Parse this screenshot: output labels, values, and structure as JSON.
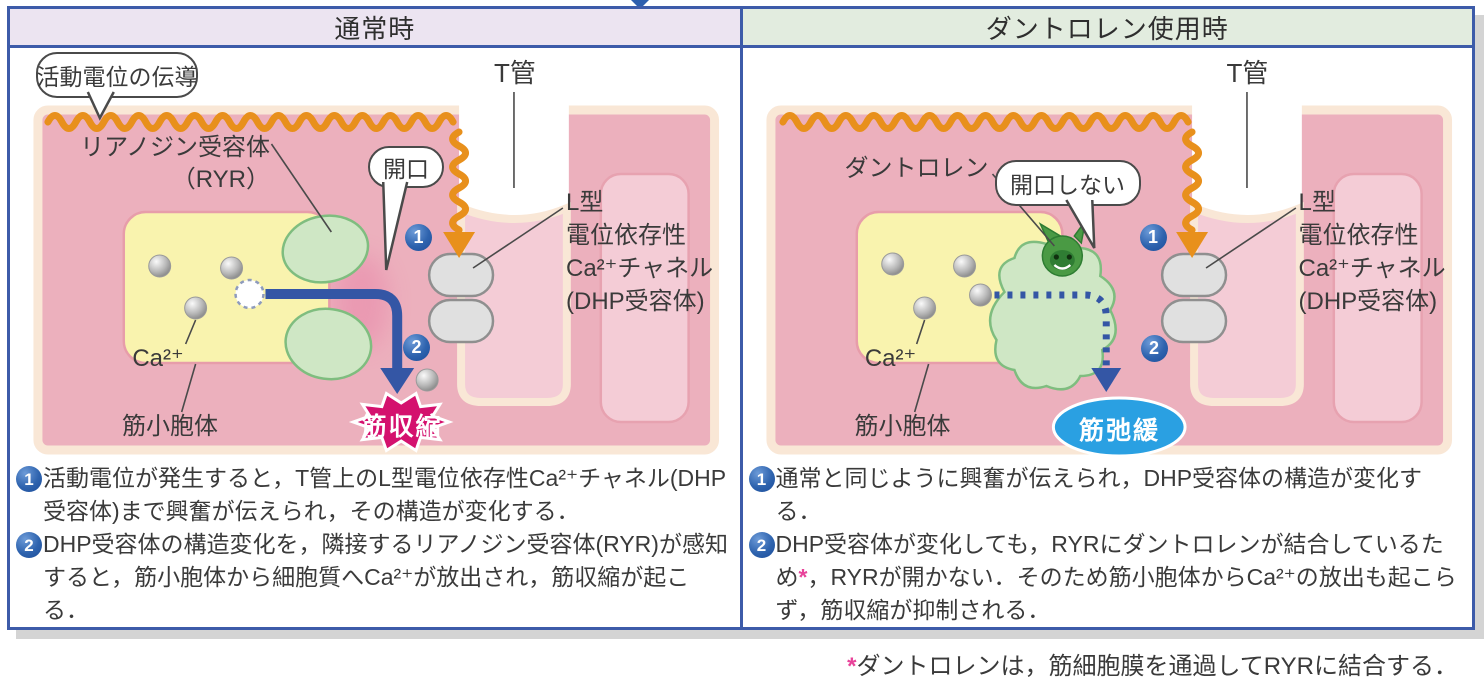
{
  "left_panel": {
    "header": "通常時",
    "diagram": {
      "action_potential_bubble": "活動電位の伝導",
      "ryr_label": "リアノジン受容体\n（RYR）",
      "opening_bubble": "開口",
      "t_tubule_label": "T管",
      "l_type_channel_label": "L型\n電位依存性\nCa²⁺チャネル\n(DHP受容体)",
      "ca_label": "Ca²⁺",
      "sr_label": "筋小胞体",
      "result_label": "筋収縮",
      "step1": "1",
      "step2": "2"
    },
    "caption": {
      "item1_num": "1",
      "item1_text": "活動電位が発生すると，T管上のL型電位依存性Ca²⁺チャネル(DHP受容体)まで興奮が伝えられ，その構造が変化する．",
      "item2_num": "2",
      "item2_text": "DHP受容体の構造変化を，隣接するリアノジン受容体(RYR)が感知すると，筋小胞体から細胞質へCa²⁺が放出され，筋収縮が起こる．"
    }
  },
  "right_panel": {
    "header": "ダントロレン使用時",
    "diagram": {
      "dantrolene_label": "ダントロレン",
      "no_opening_bubble": "開口しない",
      "t_tubule_label": "T管",
      "l_type_channel_label": "L型\n電位依存性\nCa²⁺チャネル\n(DHP受容体)",
      "ca_label": "Ca²⁺",
      "sr_label": "筋小胞体",
      "result_label": "筋弛緩",
      "step1": "1",
      "step2": "2"
    },
    "caption": {
      "item1_num": "1",
      "item1_text": "通常と同じように興奮が伝えられ，DHP受容体の構造が変化する．",
      "item2_num": "2",
      "item2_before_star": "DHP受容体が変化しても，RYRにダントロレンが結合しているため",
      "item2_star": "*",
      "item2_after_star": "，RYRが開かない．そのため筋小胞体からCa²⁺の放出も起こらず，筋収縮が抑制される．"
    }
  },
  "footnote": {
    "star": "*",
    "text": "ダントロレンは，筋細胞膜を通過してRYRに結合する．"
  },
  "colors": {
    "border_blue": "#3d5ba9",
    "header_left_bg": "#ece4f1",
    "header_right_bg": "#e2ecdf",
    "cell_pink": "#ecb0bd",
    "membrane_cream": "#f9e7d6",
    "tubule_light_pink": "#f4ccd6",
    "sr_yellow": "#f9f3ae",
    "ryr_green_fill": "#cfe7c5",
    "ryr_green_stroke": "#7fbd7f",
    "dhp_gray": "#e0e0e0",
    "action_potential_orange": "#e8901c",
    "arrow_blue": "#2e5fae",
    "contraction_magenta": "#d4116e",
    "relaxation_blue": "#2aa0e2",
    "footnote_star_pink": "#e8439a"
  }
}
